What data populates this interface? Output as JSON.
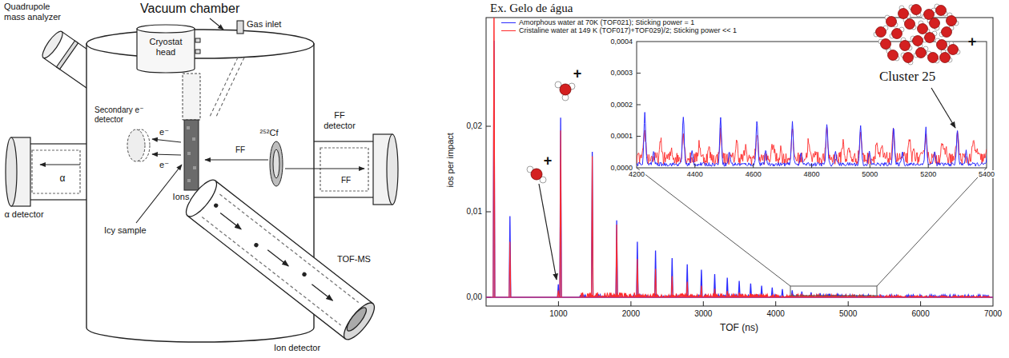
{
  "diagram": {
    "title": "Ex. Gelo de água",
    "nodes": [
      {
        "text": [
          "Cryostat head"
        ]
      }
    ],
    "labels": [
      "Quadrupole mass analyzer",
      "Vacuum chamber",
      "Gas inlet",
      "Secondary e⁻ detector",
      "e⁻",
      "e⁻",
      "²⁵²Cf",
      "FF detector",
      "FF",
      "FF",
      "α",
      "α detector",
      "Icy sample",
      "Ions",
      "TOF-MS",
      "Ion detector",
      "ios per impact",
      "0,02",
      "0,01",
      "0,00",
      "1000",
      "2000",
      "3000",
      "4000",
      "5000",
      "6000",
      "7000",
      "TOF (ns)",
      "0,0004",
      "0,0003",
      "0,0002",
      "0,0001",
      "0,0000",
      "4200",
      "4400",
      "4600",
      "4800",
      "5000",
      "5200",
      "5400",
      "+",
      "+",
      "+",
      "Cluster 25"
    ],
    "legend": [
      {
        "text": "Amorphous water at 70K (TOF021); Sticking power = 1"
      },
      {
        "text": "Cristaline water at 149 K (TOF017)+TOF029)/2; Sticking power << 1"
      }
    ]
  }
}
